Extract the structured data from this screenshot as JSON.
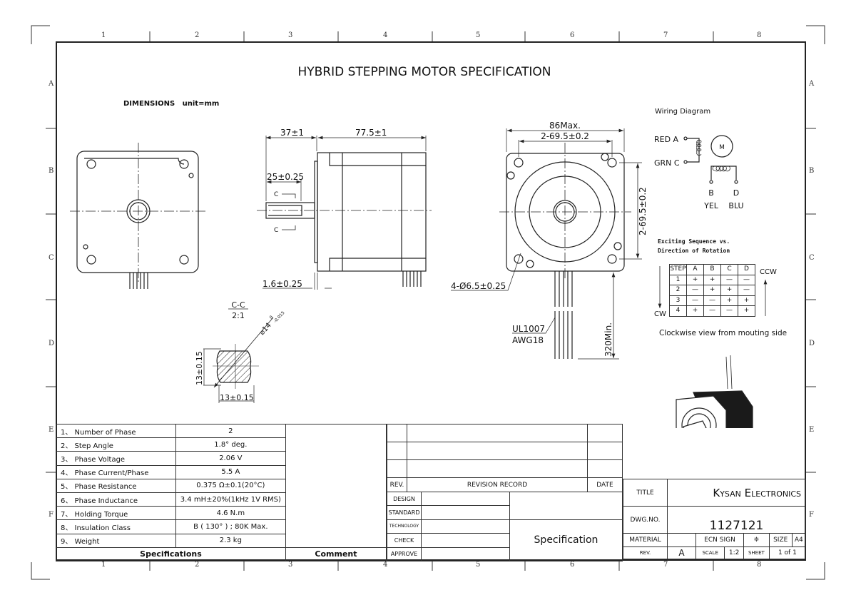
{
  "title": "HYBRID STEPPING MOTOR SPECIFICATION",
  "dimensions_label": "DIMENSIONS",
  "unit_label": "unit=mm",
  "grid": {
    "columns": [
      "1",
      "2",
      "3",
      "4",
      "5",
      "6",
      "7",
      "8"
    ],
    "rows": [
      "A",
      "B",
      "C",
      "D",
      "E",
      "F"
    ]
  },
  "side_view": {
    "shaft_length": "37±1",
    "body_length": "77.5±1",
    "flat_length": "25±0.25",
    "flange_thickness": "1.6±0.25",
    "section_mark": "C"
  },
  "section": {
    "title": "C-C",
    "scale": "2:1",
    "diameter": "⌀14",
    "tol_upper": "0",
    "tol_lower": "-0.015",
    "height": "13±0.15",
    "width": "13±0.15"
  },
  "front_view": {
    "overall": "86Max.",
    "hole_spacing_h": "2-69.5±0.2",
    "hole_spacing_v": "2-69.5±0.2",
    "holes": "4-Ø6.5±0.25",
    "lead_length": "320Min.",
    "wire_type": "UL1007",
    "wire_gauge": "AWG18"
  },
  "wiring": {
    "title": "Wiring Diagram",
    "motor": "M",
    "red": "RED A",
    "grn": "GRN C",
    "b": "B",
    "d": "D",
    "yel": "YEL",
    "blu": "BLU"
  },
  "sequence": {
    "title_line1": "Exciting Sequence vs.",
    "title_line2": "Direction of Rotation",
    "headers": [
      "STEP",
      "A",
      "B",
      "C",
      "D"
    ],
    "rows": [
      [
        "1",
        "+",
        "+",
        "—",
        "—"
      ],
      [
        "2",
        "—",
        "+",
        "+",
        "—"
      ],
      [
        "3",
        "—",
        "—",
        "+",
        "+"
      ],
      [
        "4",
        "+",
        "—",
        "—",
        "+"
      ]
    ],
    "ccw": "CCW",
    "cw": "CW",
    "note": "Clockwise view from mouting side"
  },
  "specs": {
    "rows": [
      {
        "label": "1、 Number of Phase",
        "value": "2"
      },
      {
        "label": "2、 Step Angle",
        "value": "1.8°  deg."
      },
      {
        "label": "3、 Phase Voltage",
        "value": "2.06 V"
      },
      {
        "label": "4、 Phase Current/Phase",
        "value": "5.5 A"
      },
      {
        "label": "5、 Phase Resistance",
        "value": "0.375 Ω±0.1(20°C)"
      },
      {
        "label": "6、 Phase Inductance",
        "value": "3.4 mH±20%(1kHz 1V RMS)"
      },
      {
        "label": "7、 Holding Torque",
        "value": "4.6 N.m"
      },
      {
        "label": "8、 Insulation Class",
        "value": "B ( 130° ) ;  80K Max."
      },
      {
        "label": "9、 Weight",
        "value": "2.3 kg"
      }
    ],
    "footer": "Specifications",
    "comment": "Comment"
  },
  "revision": {
    "rev": "REV.",
    "record": "REVISION RECORD",
    "date": "DATE"
  },
  "approval": {
    "rows": [
      "DESIGN",
      "STANDARD",
      "TECHNOLOGY",
      "CHECK",
      "APPROVE"
    ],
    "doc_type": "Specification"
  },
  "title_block": {
    "title_label": "TITLE",
    "company": "Kysan Electronics",
    "dwg_label": "DWG.NO.",
    "dwg_no": "1127121",
    "material_label": "MATERIAL",
    "ecn_label": "ECN SIGN",
    "ecn_symbol": "❈",
    "size_label": "SIZE",
    "size": "A4",
    "rev_label": "REV.",
    "rev": "A",
    "scale_label": "SCALE",
    "scale": "1:2",
    "sheet_label": "SHEET",
    "sheet": "1 of 1"
  }
}
